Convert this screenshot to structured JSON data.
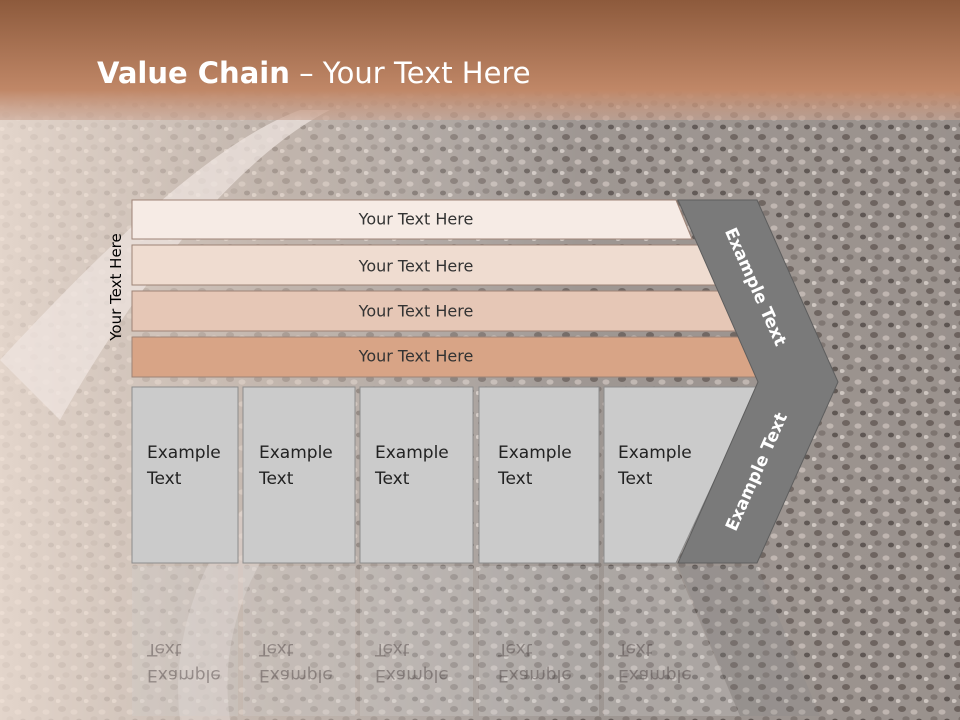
{
  "title": {
    "bold": "Value Chain",
    "rest": " – Your Text Here"
  },
  "left_label": "Your Text Here",
  "support_rows": [
    "Your Text Here",
    "Your Text Here",
    "Your Text Here",
    "Your Text Here"
  ],
  "primary_boxes": [
    "Example Text",
    "Example Text",
    "Example Text",
    "Example Text",
    "Example Text"
  ],
  "chevron": {
    "upper": "Example Text",
    "lower": "Example Text"
  },
  "colors": {
    "title_band": "#b07a5c",
    "row_1": "#f6ebe5",
    "row_2": "#efdcd0",
    "row_3": "#e6c7b6",
    "row_4": "#d8a486",
    "primary_box": "#cbcbcb",
    "chevron": "#7a7a7a"
  }
}
